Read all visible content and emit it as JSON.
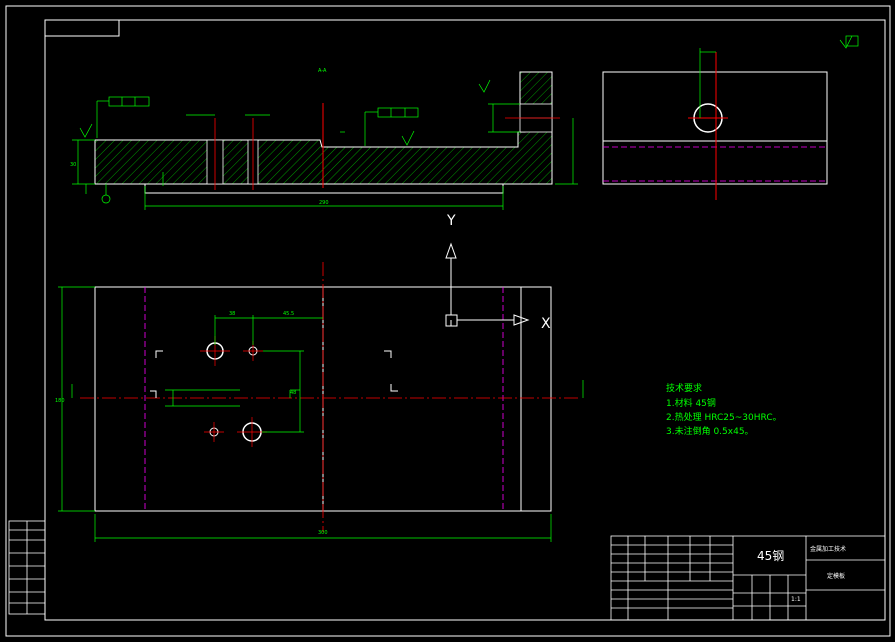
{
  "drawing": {
    "section_label": "A-A",
    "axis_y": "Y",
    "axis_x": "X",
    "notes": {
      "title": "技术要求",
      "line1": "1.材料 45钢",
      "line2": "2.热处理 HRC25~30HRC。",
      "line3": "3.未注倒角 0.5x45。"
    },
    "title_block": {
      "material": "45钢",
      "school": "金属加工技术",
      "part_name": "定模板",
      "scale": "1:1"
    },
    "dims": {
      "overall_length": "300",
      "overall_width": "180",
      "height": "30",
      "section_length": "290",
      "hole_spacing": "38",
      "hole_offset": "45.5",
      "vertical_spacing": "48"
    },
    "colors": {
      "outline": "#ffffff",
      "dimension": "#00ff00",
      "center_line": "#ff0000",
      "hidden_line": "#ff00ff",
      "hatch": "#00ff00"
    }
  }
}
